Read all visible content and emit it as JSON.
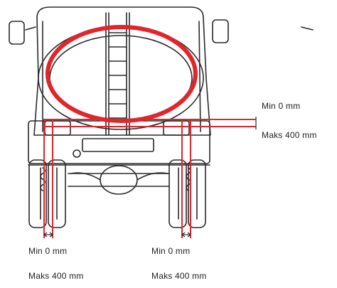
{
  "colors": {
    "outline": "#2a2a2a",
    "marker": "#e0252b",
    "background": "#ffffff"
  },
  "labels": {
    "right_min": "Min 0 mm",
    "right_max": "Maks 400 mm",
    "left_min": "Min 0 mm",
    "left_max": "Maks 400 mm",
    "center_min": "Min 0 mm",
    "center_max": "Maks 400 mm"
  }
}
